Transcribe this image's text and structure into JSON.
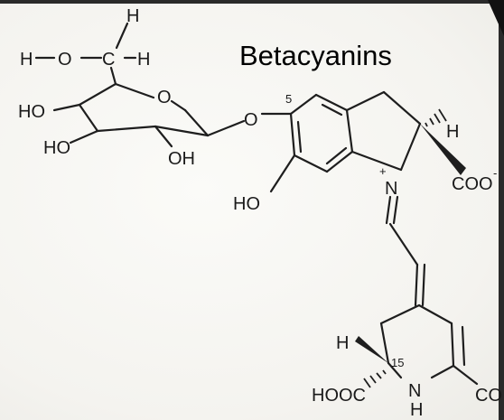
{
  "title": "Betacyanins",
  "atom_labels": {
    "glucose": {
      "h_top": "H",
      "h_left": "H",
      "o_hydroxyl": "O",
      "c_ch2": "C",
      "h_right": "H",
      "o_ring": "O",
      "ho_1": "HO",
      "ho_2": "HO",
      "oh": "OH"
    },
    "linker_o": "O",
    "position_5": "5",
    "ho_phenol": "HO",
    "h_stereo": "H",
    "nitrogen": "N",
    "charge_plus": "+",
    "coo_minus": "COO",
    "charge_minus": "-",
    "h_15": "H",
    "position_15": "15",
    "hooc": "HOOC",
    "nh_n": "N",
    "nh_h": "H",
    "coo_partial": "CO"
  },
  "colors": {
    "ink": "#1a1a1a",
    "title": "#000000",
    "frame": "#2a2a2a"
  }
}
